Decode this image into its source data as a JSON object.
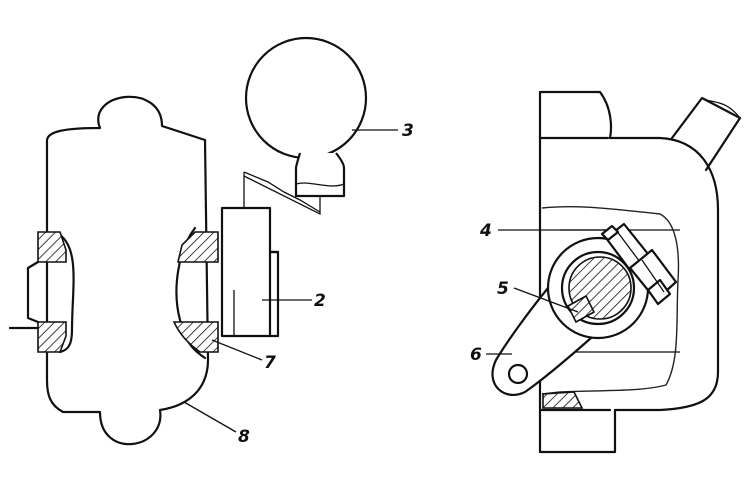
{
  "diagram": {
    "callouts": [
      {
        "id": "c3",
        "text": "3"
      },
      {
        "id": "c2",
        "text": "2"
      },
      {
        "id": "c7",
        "text": "7"
      },
      {
        "id": "c8",
        "text": "8"
      },
      {
        "id": "c4",
        "text": "4"
      },
      {
        "id": "c5",
        "text": "5"
      },
      {
        "id": "c6",
        "text": "6"
      }
    ]
  }
}
